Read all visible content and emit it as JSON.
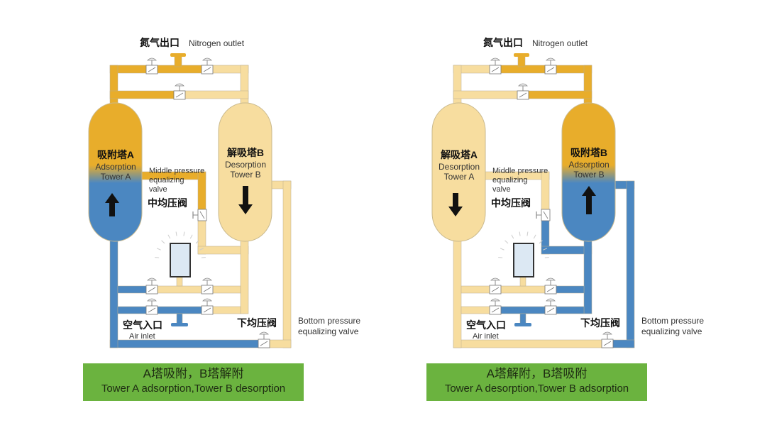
{
  "colors": {
    "adsorb": "#e8ad2b",
    "light": "#f7dd9f",
    "air": "#4b87c1",
    "caption_bg": "#6bb33f"
  },
  "diagrams": [
    {
      "adsorbing_tower": "A",
      "outlet_cn": "氮气出口",
      "outlet_en": "Nitrogen outlet",
      "tower_a_cn": "吸附塔A",
      "tower_a_en1": "Adsorption",
      "tower_a_en2": "Tower A",
      "tower_b_cn": "解吸塔B",
      "tower_b_en1": "Desorption",
      "tower_b_en2": "Tower B",
      "mid_en1": "Middle pressure",
      "mid_en2": "equalizing",
      "mid_en3": "valve",
      "mid_cn": "中均压阀",
      "air_cn": "空气入口",
      "air_en": "Air inlet",
      "bottom_cn": "下均压阀",
      "bottom_en1": "Bottom pressure",
      "bottom_en2": "equalizing valve",
      "caption_cn": "A塔吸附，B塔解附",
      "caption_en": "Tower A adsorption,Tower B desorption"
    },
    {
      "adsorbing_tower": "B",
      "outlet_cn": "氮气出口",
      "outlet_en": "Nitrogen outlet",
      "tower_a_cn": "解吸塔A",
      "tower_a_en1": "Desorption",
      "tower_a_en2": "Tower A",
      "tower_b_cn": "吸附塔B",
      "tower_b_en1": "Adsorption",
      "tower_b_en2": "Tower B",
      "mid_en1": "Middle pressure",
      "mid_en2": "equalizing",
      "mid_en3": "valve",
      "mid_cn": "中均压阀",
      "air_cn": "空气入口",
      "air_en": "Air inlet",
      "bottom_cn": "下均压阀",
      "bottom_en1": "Bottom pressure",
      "bottom_en2": "equalizing valve",
      "caption_cn": "A塔解附，B塔吸附",
      "caption_en": "Tower A desorption,Tower B adsorption"
    }
  ]
}
